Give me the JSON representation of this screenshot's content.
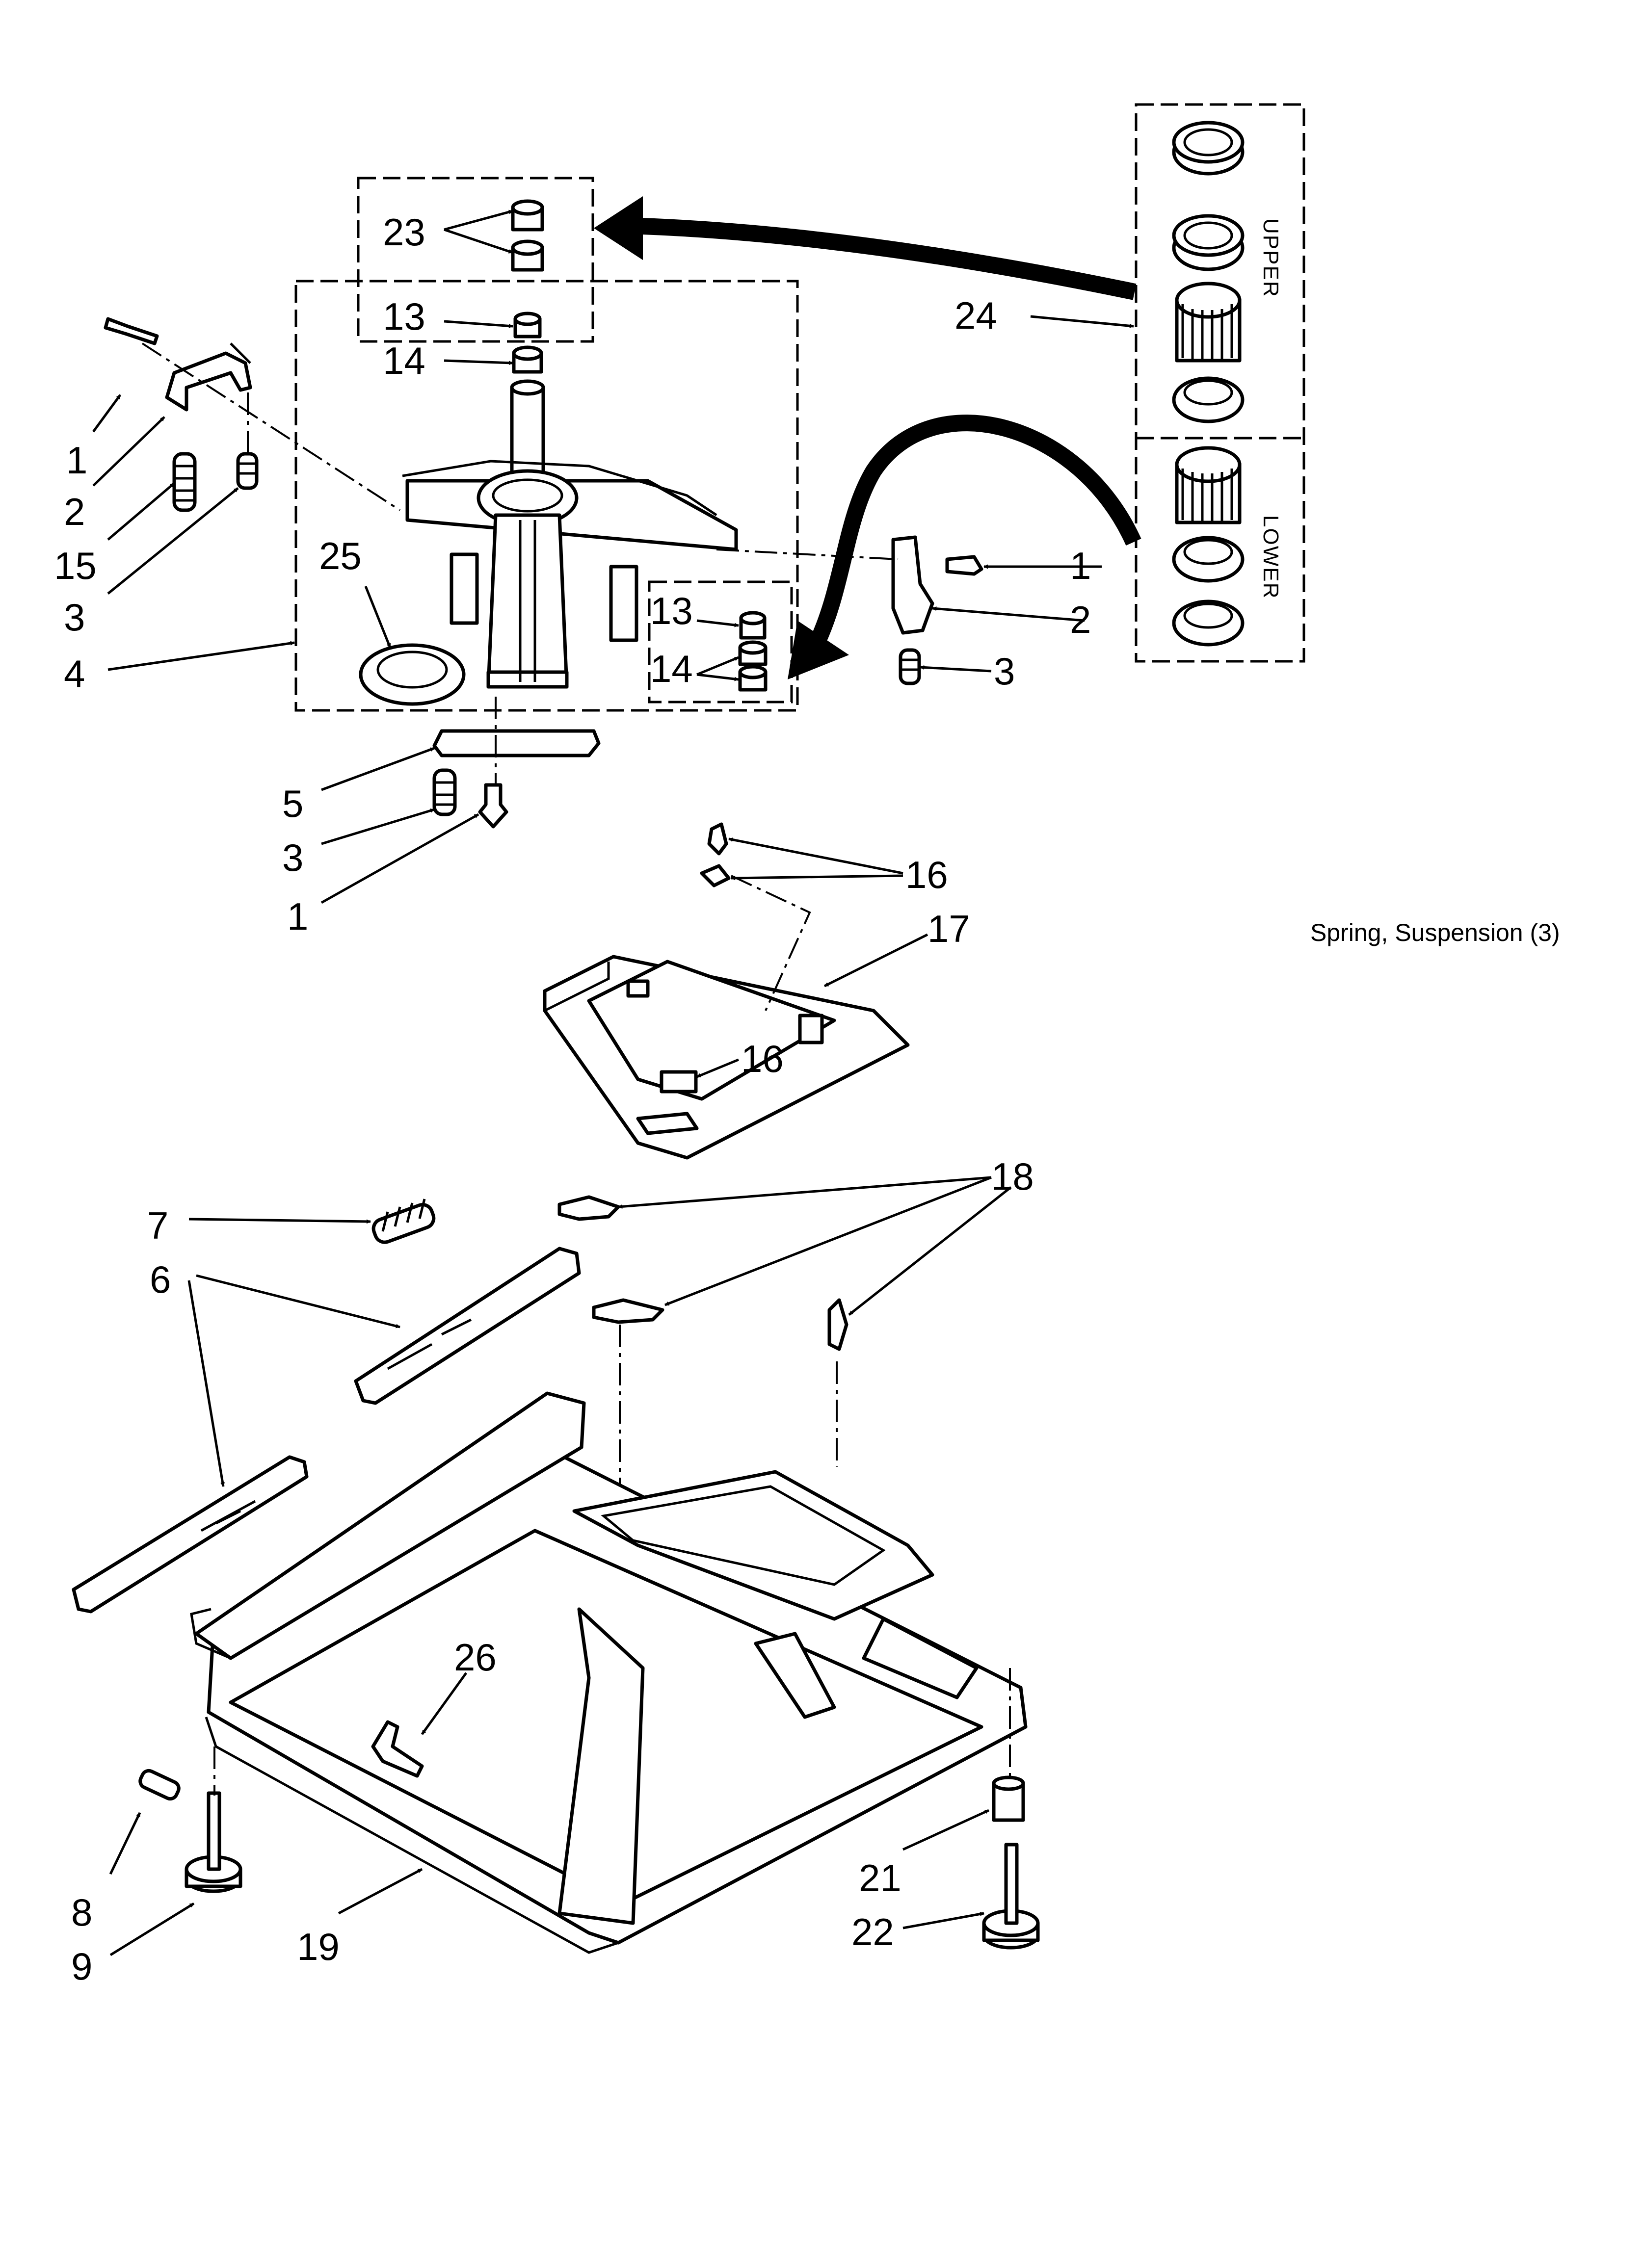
{
  "labels": {
    "p1": "1",
    "p2": "2",
    "p3": "3",
    "p4": "4",
    "p5": "5",
    "p6": "6",
    "p7": "7",
    "p8": "8",
    "p9": "9",
    "p13": "13",
    "p14": "14",
    "p15": "15",
    "p16": "16",
    "p17": "17",
    "p18": "18",
    "p19": "19",
    "p21": "21",
    "p22": "22",
    "p23": "23",
    "p24": "24",
    "p25": "25",
    "p26": "26"
  },
  "kit": {
    "upper": "UPPER",
    "lower": "LOWER"
  },
  "caption": "Spring, Suspension (3)"
}
